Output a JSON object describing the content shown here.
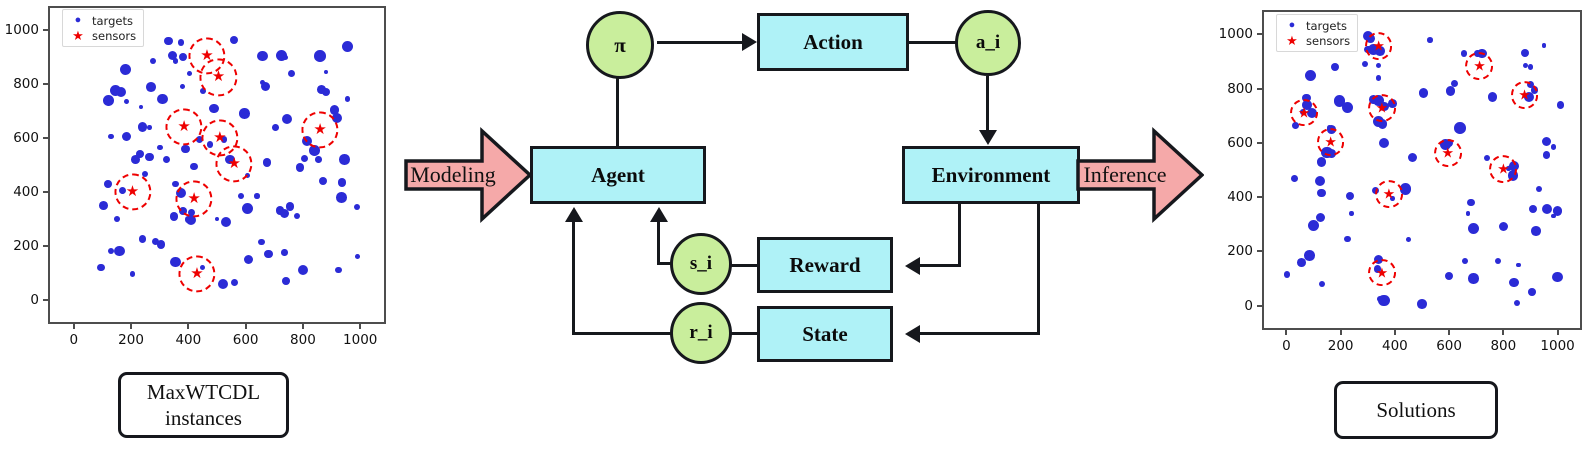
{
  "figure": {
    "left_panel": {
      "caption": "MaxWTCDL\ninstances",
      "caption_line1": "MaxWTCDL",
      "caption_line2": "instances"
    },
    "right_panel": {
      "caption": "Solutions"
    }
  },
  "flow": {
    "modeling_label": "Modeling",
    "inference_label": "Inference",
    "nodes": [
      {
        "id": "agent",
        "label": "Agent"
      },
      {
        "id": "action",
        "label": "Action"
      },
      {
        "id": "environment",
        "label": "Environment"
      },
      {
        "id": "reward",
        "label": "Reward"
      },
      {
        "id": "state",
        "label": "State"
      }
    ],
    "circles": [
      {
        "id": "pi",
        "label": "π"
      },
      {
        "id": "a_i",
        "label": "a_i"
      },
      {
        "id": "s_i",
        "label": "s_i"
      },
      {
        "id": "r_i",
        "label": "r_i"
      }
    ]
  },
  "colors": {
    "node_fill": "#AFF2F7",
    "circle_fill": "#C9EE9C",
    "big_arrow_fill": "#F5A9A9",
    "outline": "#16181d",
    "target_color": "#2b2bd6",
    "sensor_color": "#ee0000"
  },
  "chart_data": [
    {
      "id": "left-scatter",
      "type": "scatter",
      "title": "",
      "xlabel": "",
      "ylabel": "",
      "xlim": [
        -90,
        1090
      ],
      "ylim": [
        -90,
        1090
      ],
      "xticks": [
        0,
        200,
        400,
        600,
        800,
        1000
      ],
      "yticks": [
        0,
        200,
        400,
        600,
        800,
        1000
      ],
      "grid": false,
      "legend": {
        "position": "upper-left",
        "entries": [
          {
            "label": "targets",
            "marker": "circle",
            "color": "#2b2bd6"
          },
          {
            "label": "sensors",
            "marker": "star",
            "color": "#ee0000"
          }
        ]
      },
      "series": [
        {
          "name": "targets",
          "marker": "circle",
          "color": "#2b2bd6",
          "points": [
            [
              330,
              960
            ],
            [
              375,
              955
            ],
            [
              560,
              965
            ],
            [
              955,
              940
            ],
            [
              345,
              905
            ],
            [
              380,
              900
            ],
            [
              660,
              905
            ],
            [
              725,
              905
            ],
            [
              740,
              900
            ],
            [
              860,
              905
            ],
            [
              275,
              885
            ],
            [
              355,
              885
            ],
            [
              180,
              855
            ],
            [
              405,
              840
            ],
            [
              760,
              840
            ],
            [
              880,
              845
            ],
            [
              660,
              805
            ],
            [
              670,
              790
            ],
            [
              145,
              775
            ],
            [
              165,
              770
            ],
            [
              270,
              790
            ],
            [
              380,
              790
            ],
            [
              865,
              780
            ],
            [
              880,
              770
            ],
            [
              450,
              775
            ],
            [
              120,
              740
            ],
            [
              185,
              735
            ],
            [
              310,
              745
            ],
            [
              955,
              745
            ],
            [
              235,
              715
            ],
            [
              490,
              710
            ],
            [
              910,
              705
            ],
            [
              595,
              690
            ],
            [
              920,
              675
            ],
            [
              745,
              670
            ],
            [
              240,
              640
            ],
            [
              265,
              640
            ],
            [
              705,
              640
            ],
            [
              130,
              605
            ],
            [
              185,
              605
            ],
            [
              440,
              595
            ],
            [
              525,
              595
            ],
            [
              815,
              590
            ],
            [
              475,
              575
            ],
            [
              840,
              555
            ],
            [
              390,
              560
            ],
            [
              300,
              565
            ],
            [
              230,
              540
            ],
            [
              265,
              530
            ],
            [
              805,
              525
            ],
            [
              855,
              520
            ],
            [
              945,
              520
            ],
            [
              215,
              520
            ],
            [
              325,
              520
            ],
            [
              545,
              520
            ],
            [
              675,
              510
            ],
            [
              420,
              495
            ],
            [
              790,
              490
            ],
            [
              250,
              465
            ],
            [
              605,
              460
            ],
            [
              870,
              440
            ],
            [
              935,
              435
            ],
            [
              120,
              430
            ],
            [
              355,
              430
            ],
            [
              170,
              405
            ],
            [
              170,
              400
            ],
            [
              375,
              395
            ],
            [
              585,
              385
            ],
            [
              640,
              385
            ],
            [
              935,
              380
            ],
            [
              105,
              350
            ],
            [
              755,
              345
            ],
            [
              605,
              340
            ],
            [
              990,
              345
            ],
            [
              380,
              330
            ],
            [
              410,
              325
            ],
            [
              720,
              330
            ],
            [
              735,
              320
            ],
            [
              780,
              310
            ],
            [
              150,
              300
            ],
            [
              350,
              310
            ],
            [
              500,
              300
            ],
            [
              398,
              298
            ],
            [
              410,
              295
            ],
            [
              530,
              290
            ],
            [
              240,
              225
            ],
            [
              285,
              215
            ],
            [
              305,
              205
            ],
            [
              655,
              215
            ],
            [
              130,
              180
            ],
            [
              160,
              180
            ],
            [
              735,
              175
            ],
            [
              680,
              170
            ],
            [
              990,
              160
            ],
            [
              355,
              140
            ],
            [
              610,
              150
            ],
            [
              95,
              120
            ],
            [
              450,
              120
            ],
            [
              800,
              110
            ],
            [
              925,
              110
            ],
            [
              205,
              95
            ],
            [
              740,
              70
            ],
            [
              520,
              60
            ],
            [
              560,
              65
            ]
          ],
          "sizes_note": "marker radii vary 2-6 px"
        },
        {
          "name": "sensors",
          "marker": "star",
          "color": "#ee0000",
          "coverage_radius": 58,
          "points": [
            [
              465,
              905
            ],
            [
              505,
              825
            ],
            [
              385,
              640
            ],
            [
              510,
              600
            ],
            [
              560,
              505
            ],
            [
              860,
              630
            ],
            [
              205,
              400
            ],
            [
              420,
              375
            ],
            [
              430,
              95
            ]
          ]
        }
      ]
    },
    {
      "id": "right-scatter",
      "type": "scatter",
      "title": "",
      "xlabel": "",
      "ylabel": "",
      "xlim": [
        -90,
        1090
      ],
      "ylim": [
        -90,
        1090
      ],
      "xticks": [
        0,
        200,
        400,
        600,
        800,
        1000
      ],
      "yticks": [
        0,
        200,
        400,
        600,
        800,
        1000
      ],
      "grid": false,
      "legend": {
        "position": "upper-left",
        "entries": [
          {
            "label": "targets",
            "marker": "circle",
            "color": "#2b2bd6"
          },
          {
            "label": "sensors",
            "marker": "star",
            "color": "#ee0000"
          }
        ]
      },
      "series": [
        {
          "name": "targets",
          "marker": "circle",
          "color": "#2b2bd6",
          "points": [
            [
              300,
              995
            ],
            [
              310,
              985
            ],
            [
              530,
              980
            ],
            [
              950,
              960
            ],
            [
              300,
              945
            ],
            [
              320,
              945
            ],
            [
              345,
              940
            ],
            [
              655,
              930
            ],
            [
              705,
              930
            ],
            [
              720,
              930
            ],
            [
              880,
              930
            ],
            [
              290,
              890
            ],
            [
              340,
              885
            ],
            [
              880,
              885
            ],
            [
              900,
              880
            ],
            [
              90,
              850
            ],
            [
              620,
              820
            ],
            [
              340,
              840
            ],
            [
              180,
              880
            ],
            [
              605,
              790
            ],
            [
              900,
              815
            ],
            [
              915,
              795
            ],
            [
              505,
              785
            ],
            [
              760,
              770
            ],
            [
              880,
              775
            ],
            [
              895,
              770
            ],
            [
              320,
              760
            ],
            [
              340,
              755
            ],
            [
              195,
              755
            ],
            [
              60,
              715
            ],
            [
              75,
              740
            ],
            [
              95,
              710
            ],
            [
              75,
              765
            ],
            [
              390,
              745
            ],
            [
              360,
              735
            ],
            [
              225,
              730
            ],
            [
              1010,
              740
            ],
            [
              35,
              665
            ],
            [
              165,
              650
            ],
            [
              340,
              680
            ],
            [
              160,
              655
            ],
            [
              355,
              670
            ],
            [
              640,
              655
            ],
            [
              360,
              600
            ],
            [
              150,
              565
            ],
            [
              165,
              560
            ],
            [
              960,
              605
            ],
            [
              985,
              585
            ],
            [
              585,
              595
            ],
            [
              600,
              600
            ],
            [
              840,
              515
            ],
            [
              825,
              510
            ],
            [
              960,
              555
            ],
            [
              130,
              530
            ],
            [
              740,
              545
            ],
            [
              835,
              480
            ],
            [
              465,
              545
            ],
            [
              820,
              505
            ],
            [
              30,
              470
            ],
            [
              125,
              460
            ],
            [
              440,
              430
            ],
            [
              330,
              425
            ],
            [
              390,
              395
            ],
            [
              930,
              430
            ],
            [
              130,
              415
            ],
            [
              235,
              405
            ],
            [
              910,
              355
            ],
            [
              960,
              355
            ],
            [
              1000,
              350
            ],
            [
              985,
              330
            ],
            [
              680,
              380
            ],
            [
              125,
              325
            ],
            [
              240,
              340
            ],
            [
              100,
              295
            ],
            [
              670,
              340
            ],
            [
              800,
              290
            ],
            [
              690,
              285
            ],
            [
              450,
              245
            ],
            [
              225,
              245
            ],
            [
              920,
              275
            ],
            [
              85,
              185
            ],
            [
              660,
              165
            ],
            [
              780,
              165
            ],
            [
              55,
              160
            ],
            [
              340,
              170
            ],
            [
              335,
              135
            ],
            [
              1000,
              105
            ],
            [
              855,
              150
            ],
            [
              600,
              110
            ],
            [
              690,
              100
            ],
            [
              2,
              115
            ],
            [
              840,
              85
            ],
            [
              905,
              50
            ],
            [
              345,
              25
            ],
            [
              360,
              20
            ],
            [
              355,
              15
            ],
            [
              850,
              10
            ],
            [
              500,
              5
            ],
            [
              130,
              80
            ]
          ],
          "sizes_note": "marker radii vary 2-6 px"
        },
        {
          "name": "sensors",
          "marker": "star",
          "color": "#ee0000",
          "coverage_radius": 44,
          "points": [
            [
              340,
              958
            ],
            [
              65,
              712
            ],
            [
              163,
              602
            ],
            [
              352,
              728
            ],
            [
              378,
              412
            ],
            [
              352,
              122
            ],
            [
              595,
              562
            ],
            [
              712,
              882
            ],
            [
              800,
              502
            ],
            [
              878,
              775
            ]
          ]
        }
      ]
    }
  ]
}
